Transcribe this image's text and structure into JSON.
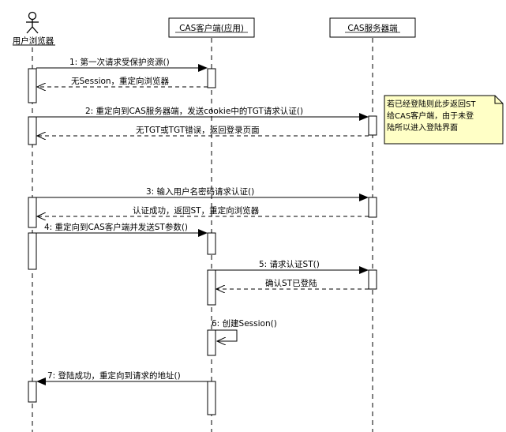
{
  "participants": {
    "user": "用户浏览器",
    "client": "CAS客户端(应用)",
    "server": "CAS服务器端"
  },
  "messages": [
    "1: 第一次请求受保护资源()",
    "无Session，重定向浏览器",
    "2: 重定向到CAS服务器端，发送cookie中的TGT请求认证()",
    "无TGT或TGT错误，返回登录页面",
    "3: 输入用户名密码请求认证()",
    "认证成功，返回ST，重定向浏览器",
    "4: 重定向到CAS客户端并发送ST参数()",
    "5: 请求认证ST()",
    "确认ST已登陆",
    "6: 创建Session()",
    "7: 登陆成功，重定向到请求的地址()"
  ],
  "note": {
    "lines": [
      "若已经登陆则此步返回ST",
      "给CAS客户端，由于未登",
      "陆所以进入登陆界面"
    ]
  }
}
